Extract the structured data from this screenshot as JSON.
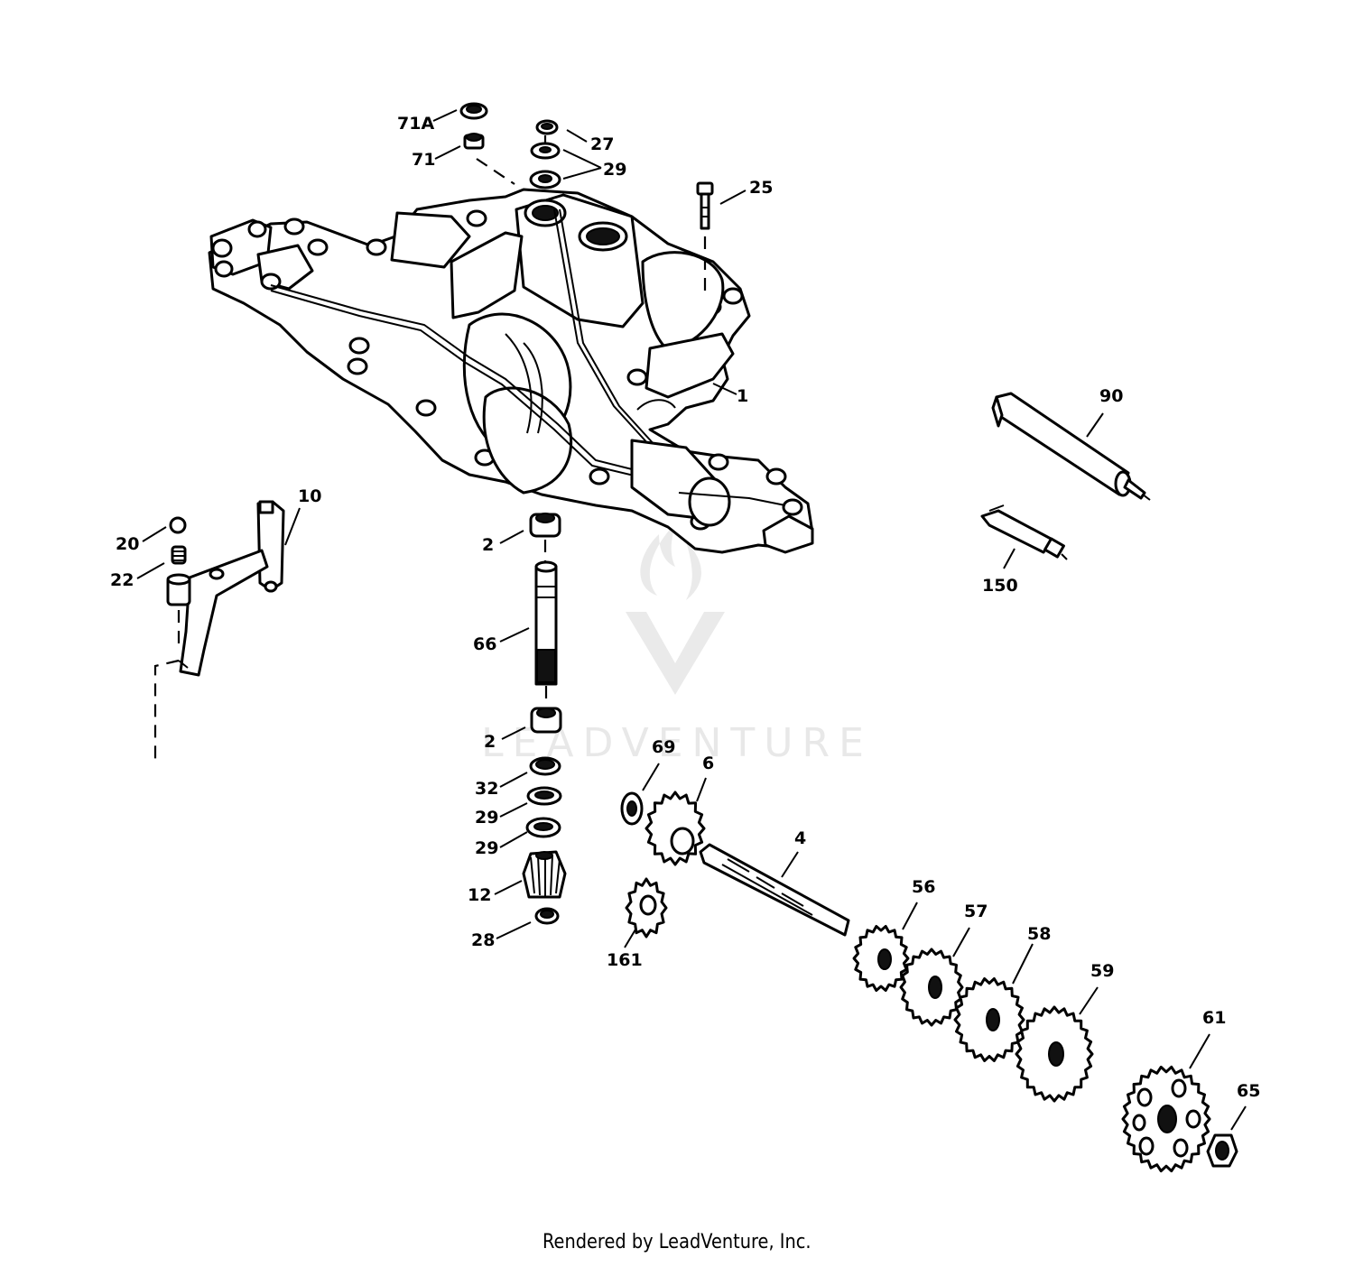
{
  "diagram": {
    "callouts": [
      {
        "id": "p71a",
        "label": "71A"
      },
      {
        "id": "p71",
        "label": "71"
      },
      {
        "id": "p27",
        "label": "27"
      },
      {
        "id": "p29a",
        "label": "29"
      },
      {
        "id": "p25",
        "label": "25"
      },
      {
        "id": "p1",
        "label": "1"
      },
      {
        "id": "p90",
        "label": "90"
      },
      {
        "id": "p150",
        "label": "150"
      },
      {
        "id": "p10",
        "label": "10"
      },
      {
        "id": "p20",
        "label": "20"
      },
      {
        "id": "p22",
        "label": "22"
      },
      {
        "id": "p2a",
        "label": "2"
      },
      {
        "id": "p66",
        "label": "66"
      },
      {
        "id": "p2b",
        "label": "2"
      },
      {
        "id": "p32",
        "label": "32"
      },
      {
        "id": "p29b",
        "label": "29"
      },
      {
        "id": "p29c",
        "label": "29"
      },
      {
        "id": "p12",
        "label": "12"
      },
      {
        "id": "p28",
        "label": "28"
      },
      {
        "id": "p69",
        "label": "69"
      },
      {
        "id": "p6",
        "label": "6"
      },
      {
        "id": "p4",
        "label": "4"
      },
      {
        "id": "p161",
        "label": "161"
      },
      {
        "id": "p56",
        "label": "56"
      },
      {
        "id": "p57",
        "label": "57"
      },
      {
        "id": "p58",
        "label": "58"
      },
      {
        "id": "p59",
        "label": "59"
      },
      {
        "id": "p61",
        "label": "61"
      },
      {
        "id": "p65",
        "label": "65"
      }
    ],
    "watermark": "LEADVENTURE"
  },
  "footer": {
    "text": "Rendered by LeadVenture, Inc."
  }
}
